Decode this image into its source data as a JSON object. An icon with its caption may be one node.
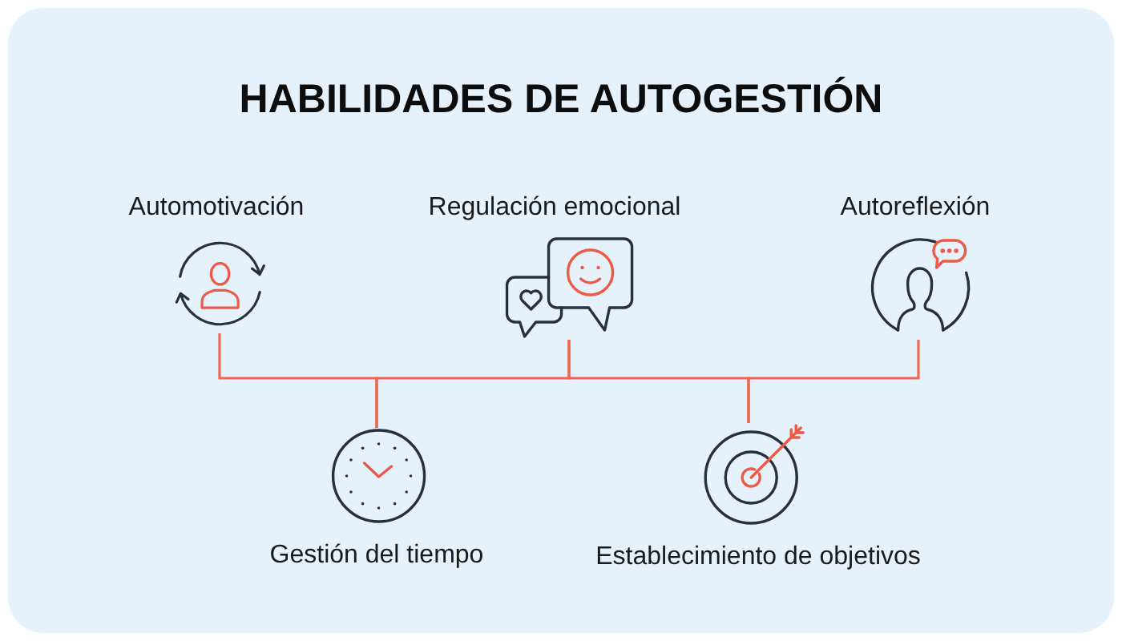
{
  "diagram": {
    "title": "HABILIDADES DE AUTOGESTIÓN",
    "nodes": [
      {
        "text": [
          "Automotivación"
        ]
      },
      {
        "text": [
          "Regulación emocional"
        ]
      },
      {
        "text": [
          "Autoreflexión"
        ]
      },
      {
        "text": [
          "Gestión del tiempo"
        ]
      },
      {
        "text": [
          "Establecimiento de objetivos"
        ]
      }
    ],
    "edges": [
      {
        "from": 0,
        "to": 3,
        "arrow": "none"
      },
      {
        "from": 3,
        "to": 1,
        "arrow": "none"
      },
      {
        "from": 1,
        "to": 4,
        "arrow": "none"
      },
      {
        "from": 4,
        "to": 2,
        "arrow": "none"
      }
    ]
  }
}
